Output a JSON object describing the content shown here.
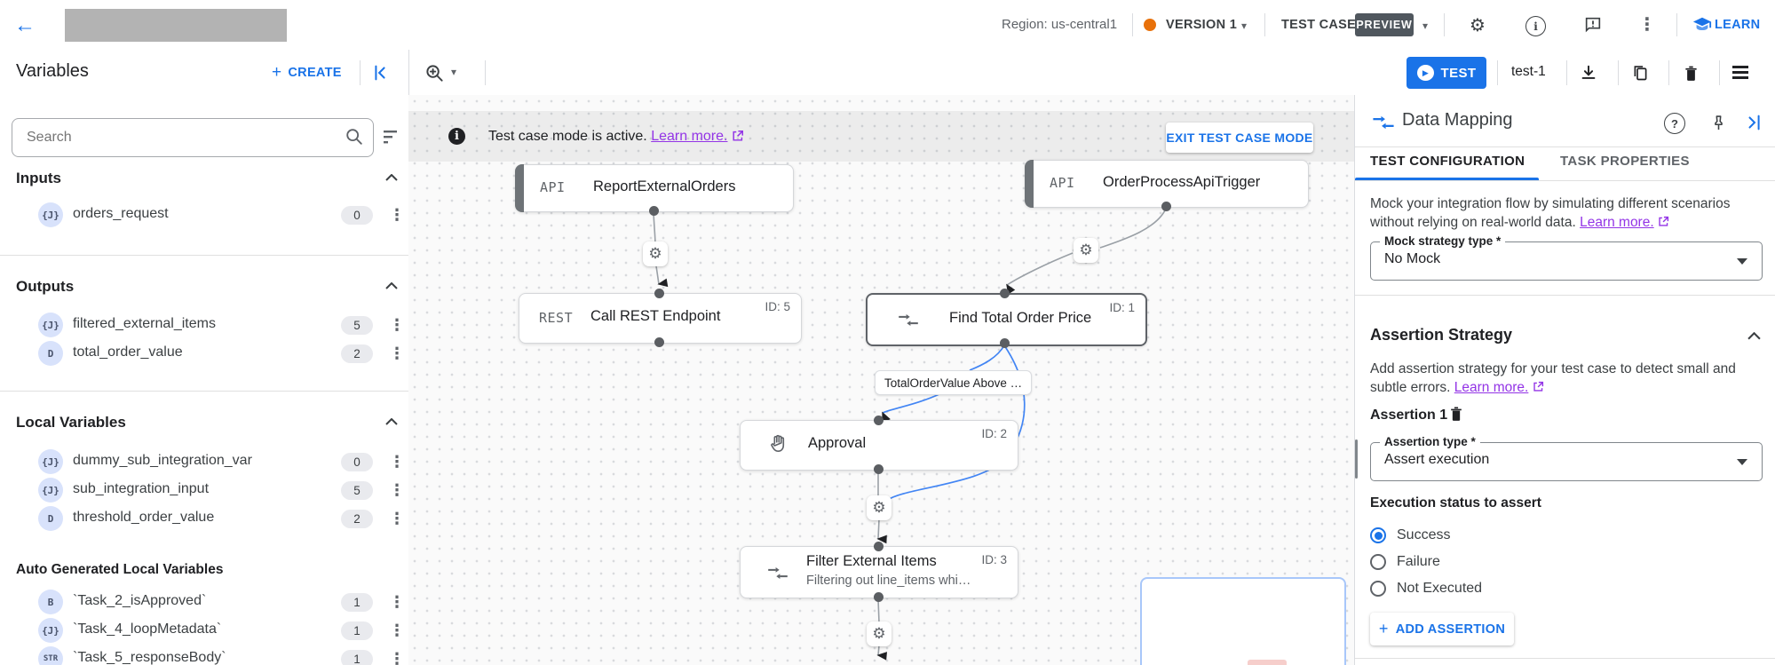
{
  "icons": {
    "back": "←",
    "caret_down": "▾",
    "kebab": "⋮",
    "gear": "⚙",
    "play": "▶",
    "plus": "+",
    "info": "i",
    "help": "?"
  },
  "topbar": {
    "region_label": "Region: us-central1",
    "version_label": "VERSION 1",
    "test_case_label": "TEST CASE",
    "preview_badge": "PREVIEW",
    "learn_label": "LEARN",
    "colors": {
      "version_dot": "#e8710a",
      "preview_bg": "#50575e",
      "accent": "#1a73e8"
    }
  },
  "toolbar": {
    "title": "Variables",
    "create_label": "CREATE",
    "test_label": "TEST",
    "test_case_name": "test-1"
  },
  "sidebar": {
    "search_placeholder": "Search",
    "sections": {
      "inputs": "Inputs",
      "outputs": "Outputs",
      "locals": "Local Variables",
      "auto": "Auto Generated Local Variables"
    },
    "rows": [
      {
        "type": "{J}",
        "name": "orders_request",
        "count": "0"
      },
      {
        "type": "{J}",
        "name": "filtered_external_items",
        "count": "5"
      },
      {
        "type": "D",
        "name": "total_order_value",
        "count": "2"
      },
      {
        "type": "{J}",
        "name": "dummy_sub_integration_var",
        "count": "0"
      },
      {
        "type": "{J}",
        "name": "sub_integration_input",
        "count": "5"
      },
      {
        "type": "D",
        "name": "threshold_order_value",
        "count": "2"
      },
      {
        "type": "B",
        "name": "`Task_2_isApproved`",
        "count": "1"
      },
      {
        "type": "{J}",
        "name": "`Task_4_loopMetadata`",
        "count": "1"
      },
      {
        "type": "STR",
        "name": "`Task_5_responseBody`",
        "count": "1"
      }
    ]
  },
  "canvas": {
    "banner": {
      "message": "Test case mode is active.",
      "link": "Learn more.",
      "exit_button": "EXIT TEST CASE MODE"
    },
    "edge_label": "TotalOrderValue Above …",
    "nodes": [
      {
        "tag": "API",
        "title": "ReportExternalOrders"
      },
      {
        "tag": "API",
        "title": "OrderProcessApiTrigger"
      },
      {
        "tag": "REST",
        "title": "Call REST Endpoint",
        "id": "ID: 5"
      },
      {
        "title": "Find Total Order Price",
        "id": "ID: 1"
      },
      {
        "title": "Approval",
        "id": "ID: 2"
      },
      {
        "title": "Filter External Items",
        "subtitle": "Filtering out line_items whi…",
        "id": "ID: 3"
      }
    ]
  },
  "panel": {
    "title": "Data Mapping",
    "tabs": {
      "active": "TEST CONFIGURATION",
      "inactive": "TASK PROPERTIES"
    },
    "mock": {
      "description": "Mock your integration flow by simulating different scenarios without relying on real-world data.",
      "link": "Learn more.",
      "field_label": "Mock strategy type *",
      "field_value": "No Mock"
    },
    "assertion": {
      "title": "Assertion Strategy",
      "description": "Add assertion strategy for your test case to detect small and subtle errors.",
      "link": "Learn more.",
      "item_title": "Assertion 1",
      "type_label": "Assertion type *",
      "type_value": "Assert execution",
      "status_label": "Execution status to assert",
      "options": [
        "Success",
        "Failure",
        "Not Executed"
      ],
      "selected_option": "Success",
      "add_button": "ADD ASSERTION"
    }
  }
}
